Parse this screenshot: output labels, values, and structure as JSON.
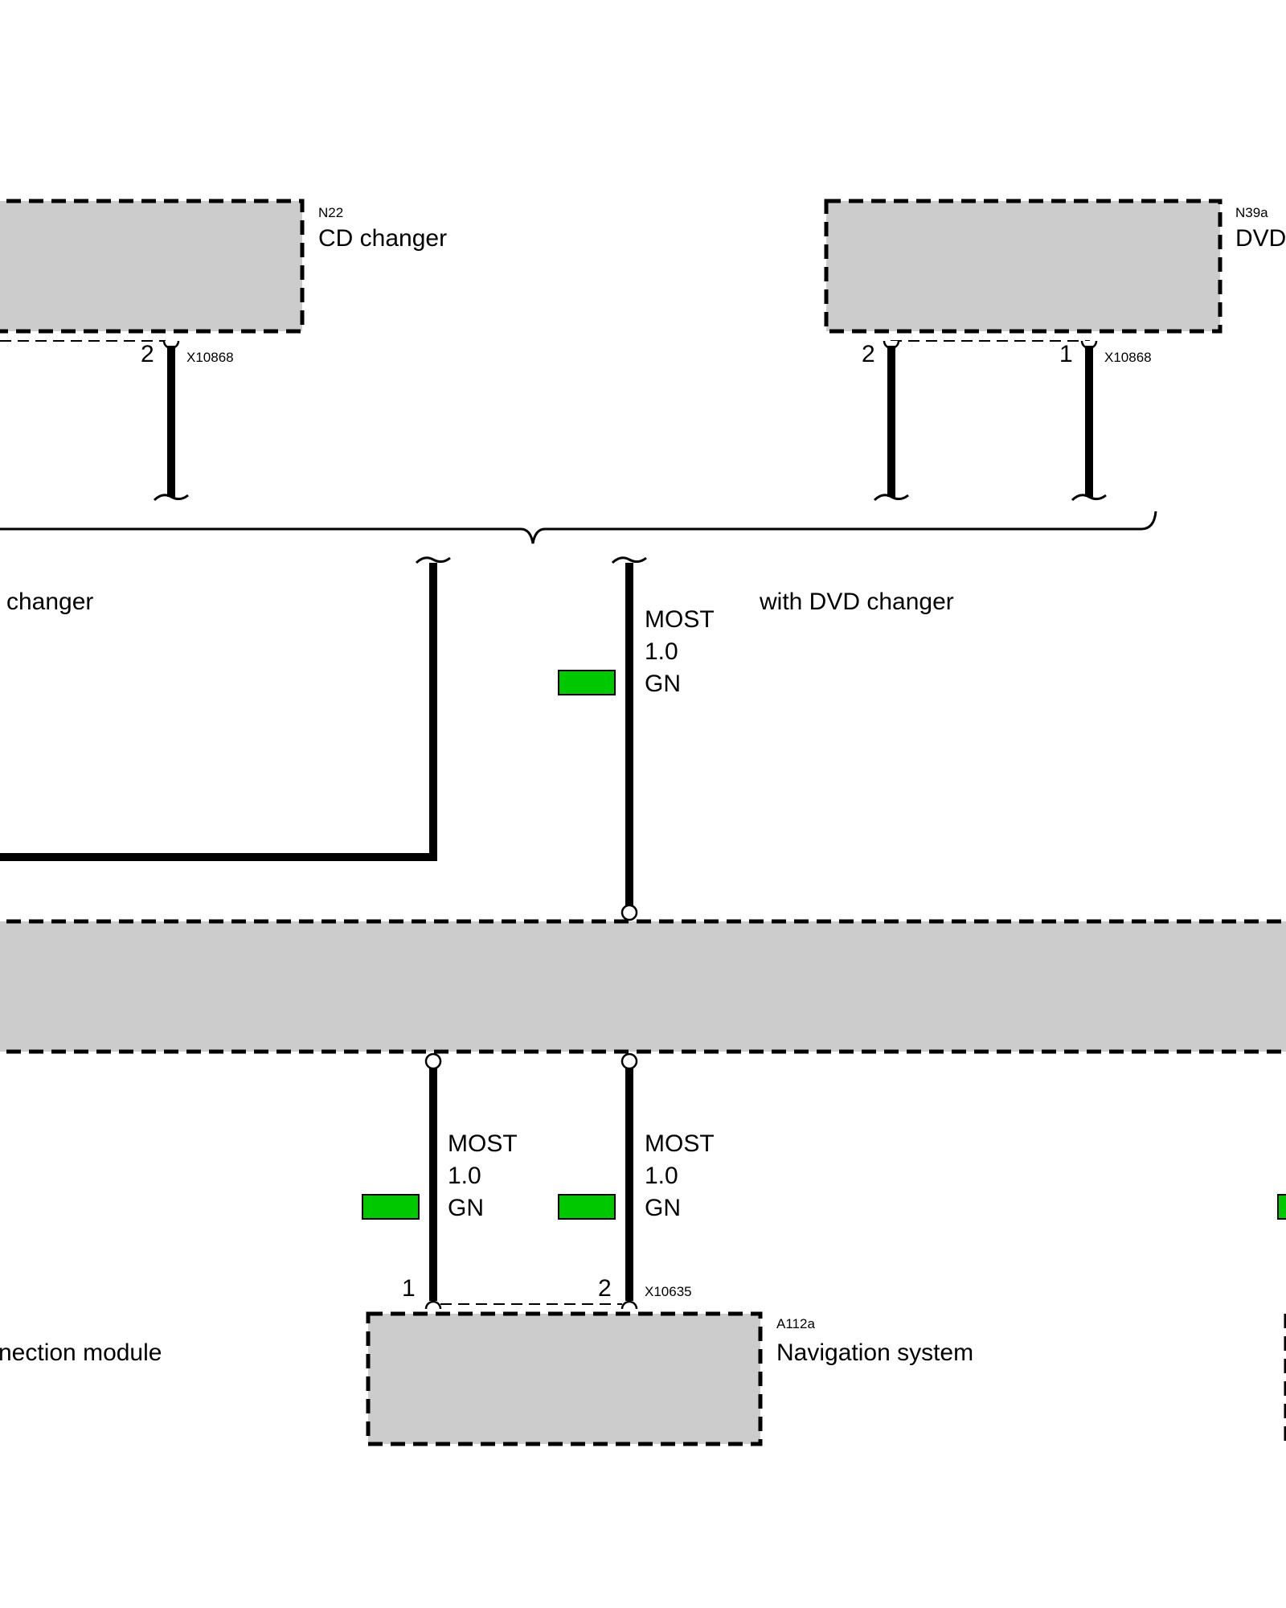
{
  "colors": {
    "component_fill": "#cccccc",
    "wire": "#000000",
    "gn": "#00c800"
  },
  "components": {
    "cd_changer": {
      "code": "N22",
      "name": "CD changer"
    },
    "dvd_changer": {
      "code": "N39a",
      "name": "DVD"
    },
    "main_module": {
      "code": "",
      "name": ""
    },
    "left_module": {
      "name": "nection module"
    },
    "navigation": {
      "code": "A112a",
      "name": "Navigation system"
    }
  },
  "connectors": {
    "cd": "X10868",
    "dvd": "X10868",
    "nav": "X10635"
  },
  "pins": {
    "cd_pin": "2",
    "dvd_pin_a": "2",
    "dvd_pin_b": "1",
    "nav_pin_a": "1",
    "nav_pin_b": "2"
  },
  "variants": {
    "left": "changer",
    "right": "with DVD changer"
  },
  "wires": {
    "top": {
      "type": "MOST",
      "size": "1.0",
      "color": "GN"
    },
    "bottom_a": {
      "type": "MOST",
      "size": "1.0",
      "color": "GN"
    },
    "bottom_b": {
      "type": "MOST",
      "size": "1.0",
      "color": "GN"
    }
  }
}
